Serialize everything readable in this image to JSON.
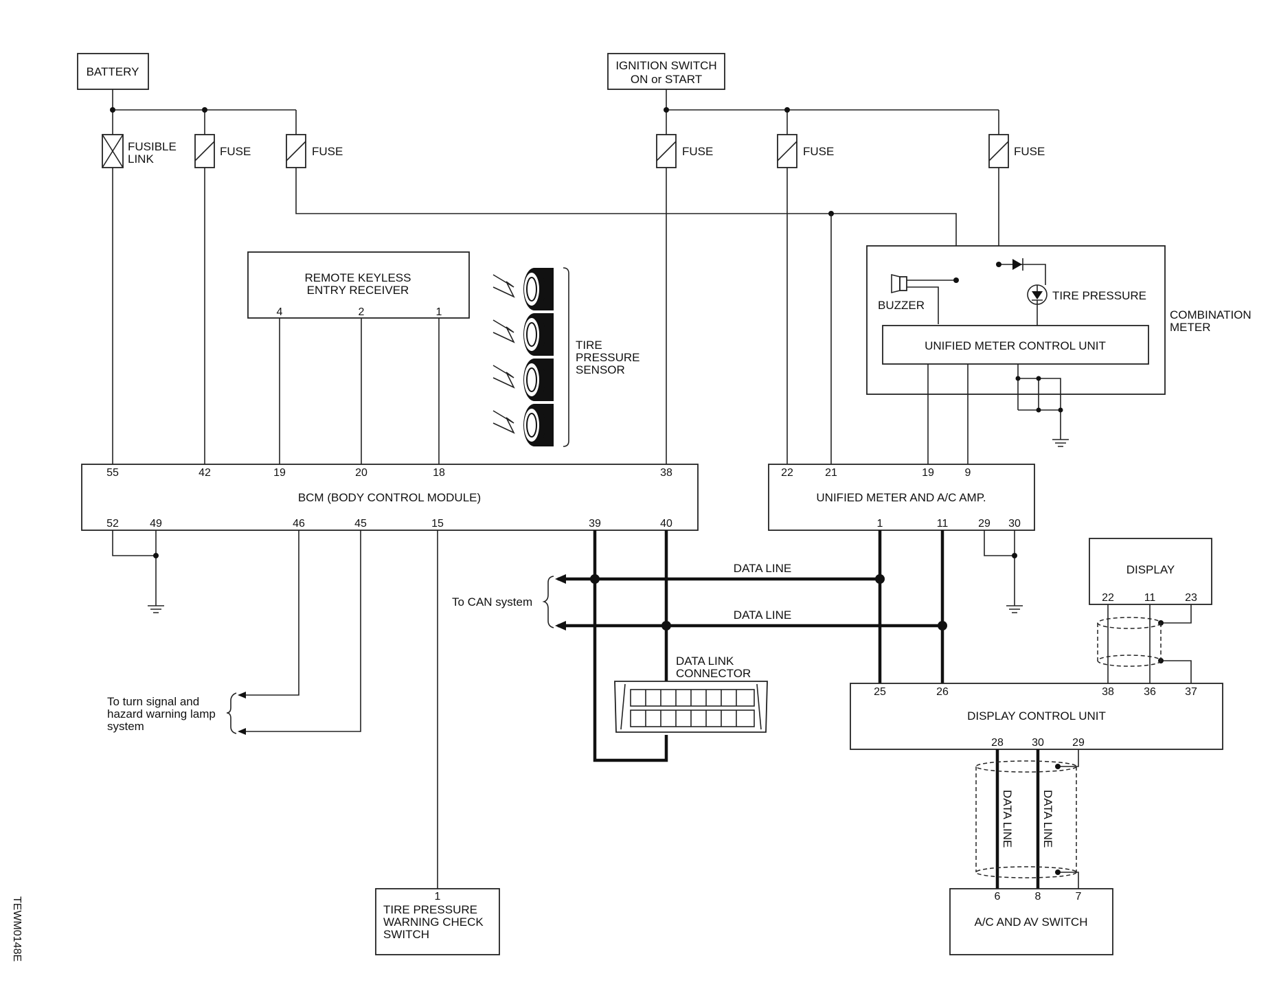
{
  "components": {
    "battery": "BATTERY",
    "ignition_line1": "IGNITION SWITCH",
    "ignition_line2": "ON or START",
    "fusible_link_line1": "FUSIBLE",
    "fusible_link_line2": "LINK",
    "fuse": "FUSE",
    "rke_line1": "REMOTE KEYLESS",
    "rke_line2": "ENTRY RECEIVER",
    "tps_line1": "TIRE",
    "tps_line2": "PRESSURE",
    "tps_line3": "SENSOR",
    "buzzer": "BUZZER",
    "tire_pressure_lamp": "TIRE PRESSURE",
    "unified_meter_cu": "UNIFIED METER CONTROL UNIT",
    "combination_line1": "COMBINATION",
    "combination_line2": "METER",
    "bcm": "BCM (BODY CONTROL MODULE)",
    "unified_meter_ac_amp": "UNIFIED METER AND A/C AMP.",
    "display": "DISPLAY",
    "display_control_unit": "DISPLAY CONTROL UNIT",
    "data_line": "DATA LINE",
    "to_can": "To CAN system",
    "dlc_line1": "DATA LINK",
    "dlc_line2": "CONNECTOR",
    "turn_line1": "To turn signal and",
    "turn_line2": "hazard warning lamp",
    "turn_line3": "system",
    "tpw_line1": "TIRE PRESSURE",
    "tpw_line2": "WARNING CHECK",
    "tpw_line3": "SWITCH",
    "ac_av_switch": "A/C AND AV SWITCH",
    "figure_code": "TEWM0148E"
  },
  "pins": {
    "rke_4": "4",
    "rke_2": "2",
    "rke_1": "1",
    "bcm_55": "55",
    "bcm_42": "42",
    "bcm_19": "19",
    "bcm_20": "20",
    "bcm_18": "18",
    "bcm_38": "38",
    "bcm_52": "52",
    "bcm_49": "49",
    "bcm_46": "46",
    "bcm_45": "45",
    "bcm_15": "15",
    "bcm_39": "39",
    "bcm_40": "40",
    "um_22": "22",
    "um_21": "21",
    "um_19": "19",
    "um_9": "9",
    "um_1": "1",
    "um_11": "11",
    "um_29": "29",
    "um_30": "30",
    "disp_22": "22",
    "disp_11": "11",
    "disp_23": "23",
    "dcu_25": "25",
    "dcu_26": "26",
    "dcu_38": "38",
    "dcu_36": "36",
    "dcu_37": "37",
    "dcu_28": "28",
    "dcu_30": "30",
    "dcu_29": "29",
    "sw_6": "6",
    "sw_8": "8",
    "sw_7": "7",
    "tpw_1": "1"
  }
}
